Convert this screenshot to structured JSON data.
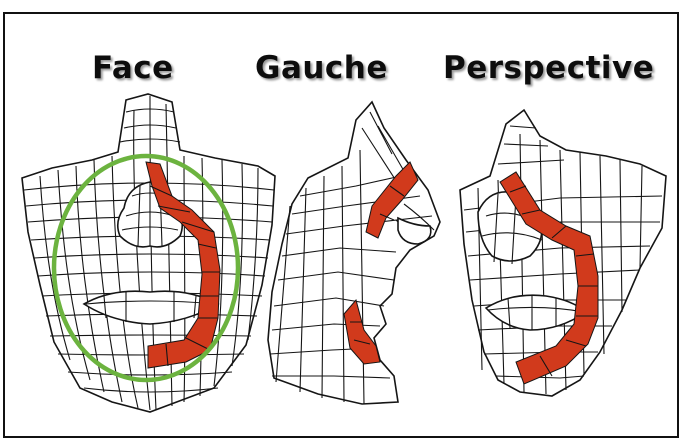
{
  "titles": {
    "face": "Face",
    "left": "Gauche",
    "perspective": "Perspective"
  },
  "colors": {
    "highlight_band": "#d13a1c",
    "circle": "#6cb33f",
    "mesh_lines": "#151515"
  }
}
